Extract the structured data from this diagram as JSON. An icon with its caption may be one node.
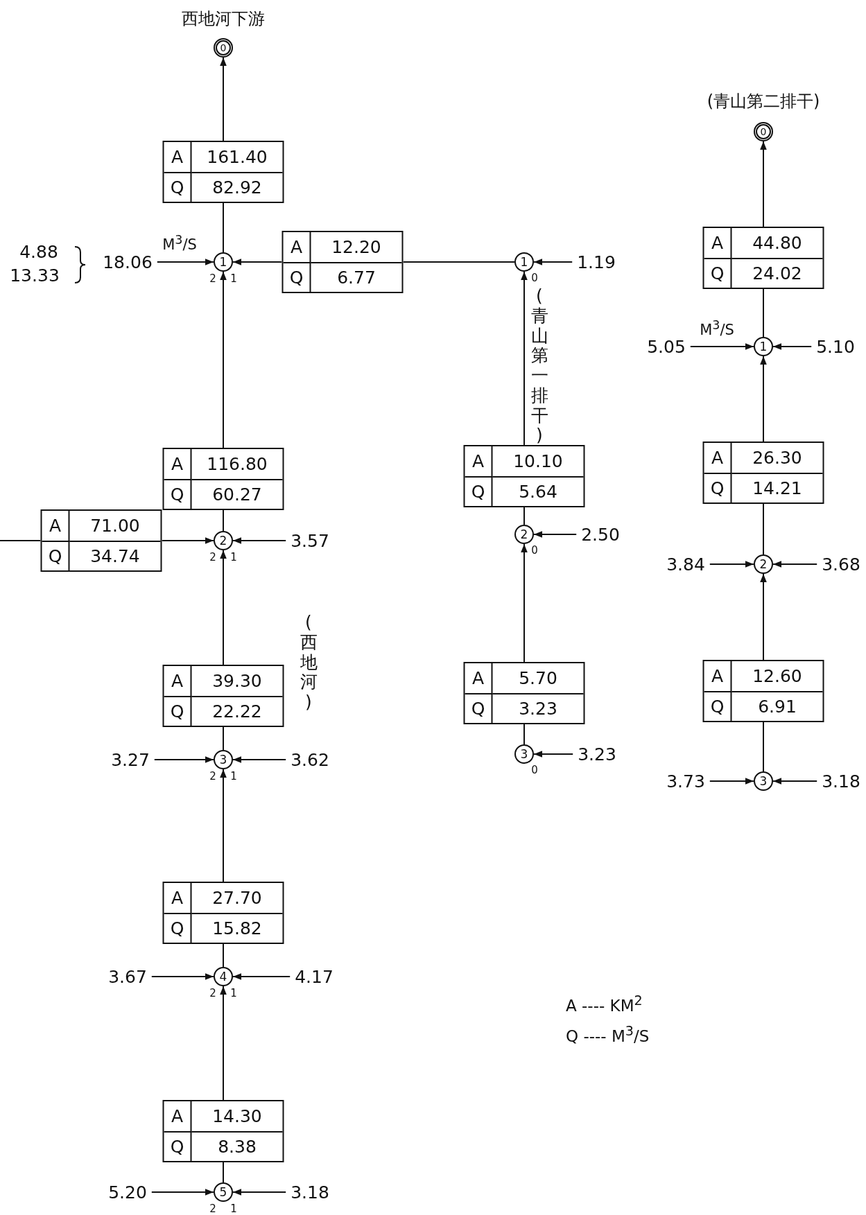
{
  "diagram": {
    "nodes": [
      {
        "text": [
          "0"
        ],
        "beside": [
          "西地河下游"
        ]
      },
      {
        "text": [
          "A",
          "161.40",
          "Q",
          "82.92"
        ]
      },
      {
        "text": [
          "1"
        ],
        "beside": [
          "2",
          "1"
        ]
      },
      {
        "text": [
          "18.06"
        ]
      },
      {
        "text": [
          "A",
          "12.20",
          "Q",
          "6.77"
        ]
      },
      {
        "text": [
          "A",
          "116.80",
          "Q",
          "60.27"
        ]
      },
      {
        "text": [
          "2"
        ],
        "beside": [
          "2",
          "1"
        ]
      },
      {
        "text": [
          "A",
          "71.00",
          "Q",
          "34.74"
        ]
      },
      {
        "text": [
          "3.57"
        ]
      },
      {
        "text": [
          "A",
          "39.30",
          "Q",
          "22.22"
        ]
      },
      {
        "text": [
          "3"
        ],
        "beside": [
          "2",
          "1"
        ]
      },
      {
        "text": [
          "3.27"
        ]
      },
      {
        "text": [
          "3.62"
        ]
      },
      {
        "text": [
          "A",
          "27.70",
          "Q",
          "15.82"
        ]
      },
      {
        "text": [
          "4"
        ],
        "beside": [
          "2",
          "1"
        ]
      },
      {
        "text": [
          "3.67"
        ]
      },
      {
        "text": [
          "4.17"
        ]
      },
      {
        "text": [
          "A",
          "14.30",
          "Q",
          "8.38"
        ]
      },
      {
        "text": [
          "5"
        ],
        "beside": [
          "2",
          "1"
        ]
      },
      {
        "text": [
          "5.20"
        ]
      },
      {
        "text": [
          "3.18"
        ]
      },
      {
        "text": [
          "1"
        ],
        "beside": [
          "0"
        ]
      },
      {
        "text": [
          "1.19"
        ]
      },
      {
        "text": [
          "A",
          "10.10",
          "Q",
          "5.64"
        ]
      },
      {
        "text": [
          "2"
        ],
        "beside": [
          "0"
        ]
      },
      {
        "text": [
          "2.50"
        ]
      },
      {
        "text": [
          "A",
          "5.70",
          "Q",
          "3.23"
        ]
      },
      {
        "text": [
          "3"
        ],
        "beside": [
          "0"
        ]
      },
      {
        "text": [
          "3.23"
        ]
      },
      {
        "text": [
          "0"
        ],
        "beside": [
          "(青山第二排干)"
        ]
      },
      {
        "text": [
          "A",
          "44.80",
          "Q",
          "24.02"
        ]
      },
      {
        "text": [
          "1"
        ]
      },
      {
        "text": [
          "5.05"
        ]
      },
      {
        "text": [
          "5.10"
        ]
      },
      {
        "text": [
          "A",
          "26.30",
          "Q",
          "14.21"
        ]
      },
      {
        "text": [
          "2"
        ]
      },
      {
        "text": [
          "3.84"
        ]
      },
      {
        "text": [
          "3.68"
        ]
      },
      {
        "text": [
          "A",
          "12.60",
          "Q",
          "6.91"
        ]
      },
      {
        "text": [
          "3"
        ]
      },
      {
        "text": [
          "3.73"
        ]
      },
      {
        "text": [
          "3.18"
        ]
      }
    ],
    "edges": [
      {
        "from": 1,
        "to": 0,
        "arrow": "to"
      },
      {
        "from": 2,
        "to": 1,
        "arrow": "none"
      },
      {
        "from": 3,
        "to": 2,
        "arrow": "to"
      },
      {
        "from": 21,
        "to": 4,
        "arrow": "none"
      },
      {
        "from": 4,
        "to": 2,
        "arrow": "to"
      },
      {
        "from": 5,
        "to": 2,
        "arrow": "to"
      },
      {
        "from": 6,
        "to": 5,
        "arrow": "none"
      },
      {
        "from": null,
        "to": 7,
        "arrow": "none"
      },
      {
        "from": 7,
        "to": 6,
        "arrow": "to"
      },
      {
        "from": 8,
        "to": 6,
        "arrow": "to"
      },
      {
        "from": 9,
        "to": 6,
        "arrow": "to"
      },
      {
        "from": 10,
        "to": 9,
        "arrow": "none"
      },
      {
        "from": 11,
        "to": 10,
        "arrow": "to"
      },
      {
        "from": 12,
        "to": 10,
        "arrow": "to"
      },
      {
        "from": 13,
        "to": 10,
        "arrow": "to"
      },
      {
        "from": 14,
        "to": 13,
        "arrow": "none"
      },
      {
        "from": 15,
        "to": 14,
        "arrow": "to"
      },
      {
        "from": 16,
        "to": 14,
        "arrow": "to"
      },
      {
        "from": 17,
        "to": 14,
        "arrow": "to"
      },
      {
        "from": 18,
        "to": 17,
        "arrow": "none"
      },
      {
        "from": 19,
        "to": 18,
        "arrow": "to"
      },
      {
        "from": 20,
        "to": 18,
        "arrow": "to"
      },
      {
        "from": 22,
        "to": 21,
        "arrow": "to"
      },
      {
        "from": 23,
        "to": 21,
        "arrow": "to"
      },
      {
        "from": 24,
        "to": 23,
        "arrow": "none"
      },
      {
        "from": 25,
        "to": 24,
        "arrow": "to"
      },
      {
        "from": 26,
        "to": 24,
        "arrow": "to"
      },
      {
        "from": 27,
        "to": 26,
        "arrow": "none"
      },
      {
        "from": 28,
        "to": 27,
        "arrow": "to"
      },
      {
        "from": 30,
        "to": 29,
        "arrow": "to"
      },
      {
        "from": 31,
        "to": 30,
        "arrow": "none"
      },
      {
        "from": 32,
        "to": 31,
        "arrow": "to"
      },
      {
        "from": 33,
        "to": 31,
        "arrow": "to"
      },
      {
        "from": 34,
        "to": 31,
        "arrow": "to"
      },
      {
        "from": 35,
        "to": 34,
        "arrow": "none"
      },
      {
        "from": 36,
        "to": 35,
        "arrow": "to"
      },
      {
        "from": 37,
        "to": 35,
        "arrow": "to"
      },
      {
        "from": 38,
        "to": 35,
        "arrow": "to"
      },
      {
        "from": 39,
        "to": 38,
        "arrow": "none"
      },
      {
        "from": 40,
        "to": 39,
        "arrow": "to"
      },
      {
        "from": 41,
        "to": 39,
        "arrow": "to"
      }
    ],
    "labels": [
      "M$^{3}$/S",
      "4.88",
      "13.33",
      "(青山第一排干)",
      "(西地河)",
      "M$^{3}$/S",
      "A ---- KM$^{2}$",
      "Q ---- M$^{3}$/S"
    ]
  }
}
